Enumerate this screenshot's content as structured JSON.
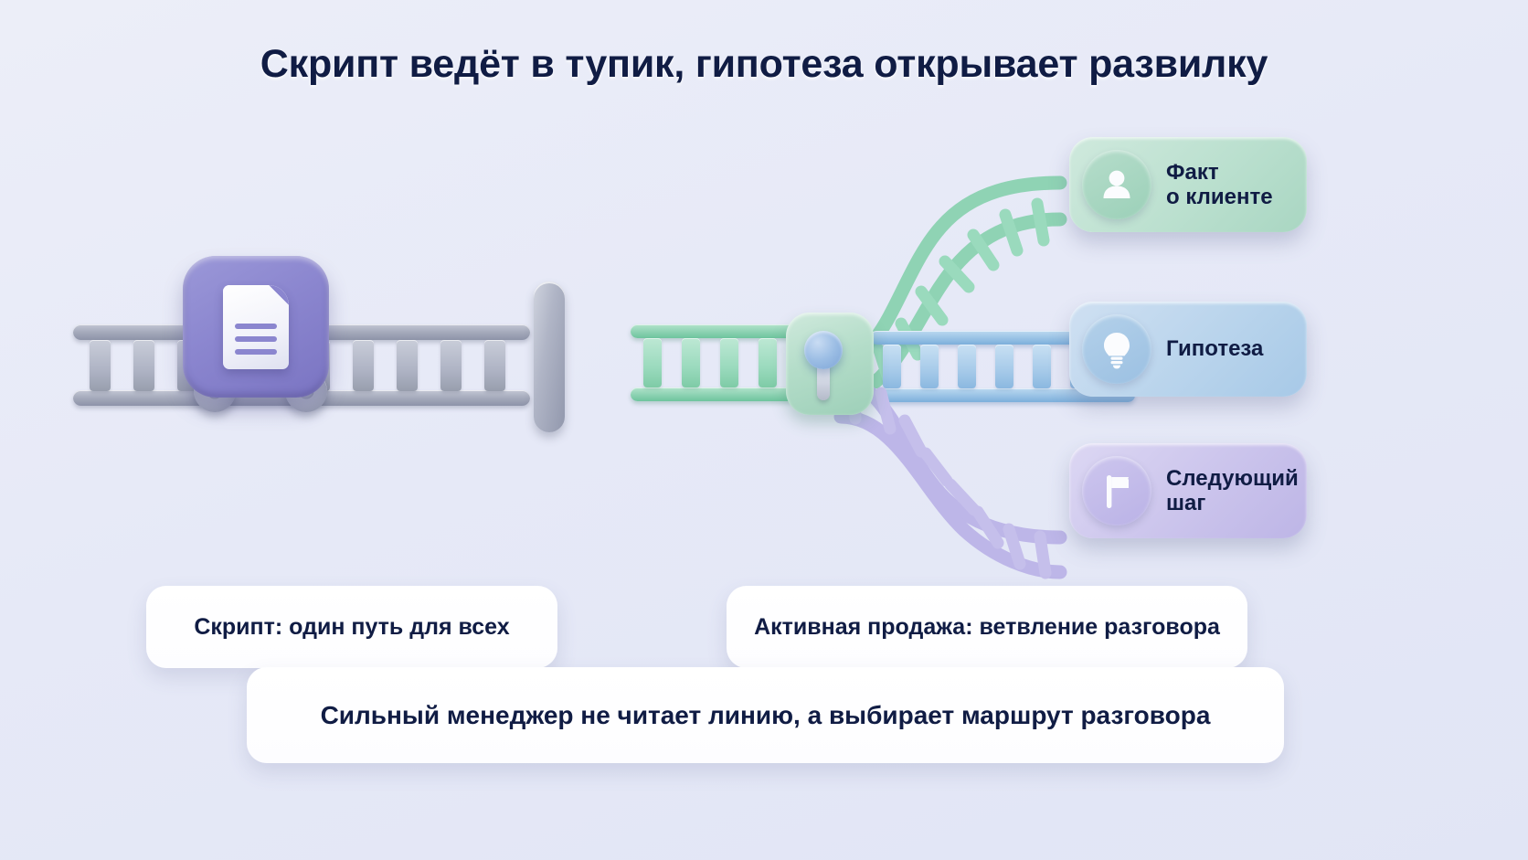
{
  "title": "Скрипт ведёт в тупик, гипотеза открывает развилку",
  "colors": {
    "background": "#e6e9f7",
    "title_text": "#101c44",
    "gray_track": "#a7acbd",
    "green_track": "#8fd3b4",
    "blue_track": "#9cc4e6",
    "purple_track": "#bdb6e8",
    "car_purple": "#8b86cf",
    "card_white": "#ffffff"
  },
  "left_panel": {
    "illustration": {
      "car_icon": "document-icon",
      "track_color_name": "gray",
      "end": "buffer-stop"
    },
    "caption": "Скрипт: один путь для всех"
  },
  "right_panel": {
    "illustration": {
      "switch_lever": "switch-lever",
      "incoming_track_color_name": "green"
    },
    "branches": [
      {
        "label": "Факт\nо клиенте",
        "label_line1": "Факт",
        "label_line2": "о клиенте",
        "icon": "person-icon",
        "color": "#a9d6c2",
        "color_name": "green"
      },
      {
        "label": "Гипотеза",
        "label_line1": "Гипотеза",
        "label_line2": "",
        "icon": "lightbulb-icon",
        "color": "#a7c9e7",
        "color_name": "blue"
      },
      {
        "label": "Следующий\nшаг",
        "label_line1": "Следующий",
        "label_line2": "шаг",
        "icon": "flag-icon",
        "color": "#bdb5e6",
        "color_name": "purple"
      }
    ],
    "caption": "Активная продажа: ветвление разговора"
  },
  "footer": {
    "statement": "Сильный менеджер не читает линию, а выбирает маршрут разговора"
  }
}
